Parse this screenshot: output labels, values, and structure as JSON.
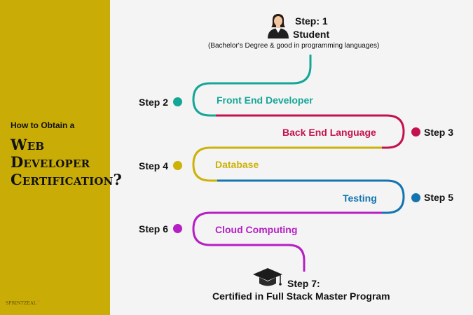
{
  "sidebar": {
    "intro": "How to Obtain a",
    "headline_line1": "Web Developer",
    "headline_line2": "Certification?",
    "logo": "SPRINTZEAL"
  },
  "steps": {
    "s1": {
      "label": "Step: 1",
      "title": "Student",
      "desc": "(Bachelor's Degree & good in programming languages)"
    },
    "s2": {
      "label": "Step 2",
      "topic": "Front End Developer",
      "color": "#16a697"
    },
    "s3": {
      "label": "Step 3",
      "topic": "Back End Language",
      "color": "#c3124f"
    },
    "s4": {
      "label": "Step 4",
      "topic": "Database",
      "color": "#cdb208"
    },
    "s5": {
      "label": "Step 5",
      "topic": "Testing",
      "color": "#1474b0"
    },
    "s6": {
      "label": "Step 6",
      "topic": "Cloud Computing",
      "color": "#b51fc4"
    },
    "s7": {
      "label": "Step 7:",
      "title": "Certified in Full Stack Master Program"
    }
  },
  "icons": {
    "student": "student-avatar-icon",
    "graduation": "graduation-cap-icon"
  }
}
